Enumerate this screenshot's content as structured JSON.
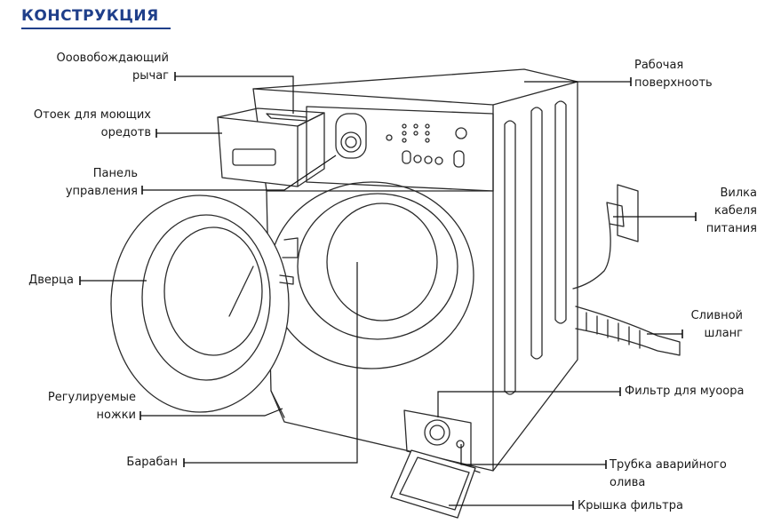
{
  "title": "КОНСТРУКЦИЯ",
  "labels": {
    "release_lever": {
      "line1": "Ооовобождающий",
      "line2": "рычаг"
    },
    "detergent_drawer": {
      "line1": "Отоек для моющих",
      "line2": "оредотв"
    },
    "control_panel": {
      "line1": "Панель",
      "line2": "управления"
    },
    "door": {
      "line1": "Дверца"
    },
    "adjustable_feet": {
      "line1": "Регулируемые",
      "line2": "ножки"
    },
    "drum": {
      "line1": "Барабан"
    },
    "work_surface": {
      "line1": "Рабочая",
      "line2": "поверхноoть"
    },
    "power_plug": {
      "line1": "Вилка",
      "line2": "кабеля",
      "line3": "питания"
    },
    "drain_hose": {
      "line1": "Сливной",
      "line2": "шланг"
    },
    "debris_filter": {
      "line1": "Фильтр для муоора"
    },
    "emergency_drain_tube": {
      "line1": "Трубка аварийного",
      "line2": "олива"
    },
    "filter_cover": {
      "line1": "Крышка фильтра"
    }
  }
}
